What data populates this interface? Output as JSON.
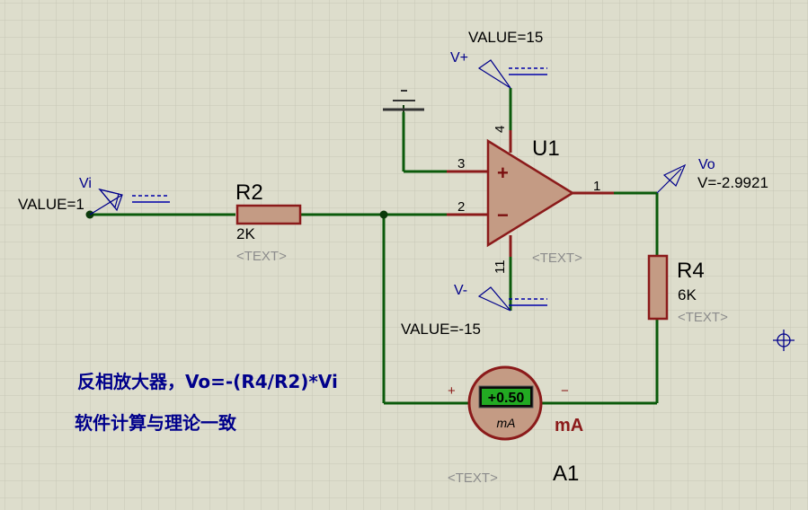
{
  "grid": {
    "minor_color": "#c7c7b6",
    "major_color": "#b4b4a2",
    "background": "#ddddcc"
  },
  "colors": {
    "wire": "#0b5a0b",
    "component": "#8b1a1a",
    "component_fill": "#c49b84",
    "terminal_text": "#00008b",
    "meter_display": "#22aa22"
  },
  "vi": {
    "name": "Vi",
    "value_label": "VALUE=1"
  },
  "vplus": {
    "name": "V+",
    "value_label": "VALUE=15"
  },
  "vminus": {
    "name": "V-",
    "value_label": "VALUE=-15"
  },
  "vo": {
    "name": "Vo",
    "value_label": "V=-2.9921"
  },
  "r2": {
    "ref": "R2",
    "value": "2K",
    "text": "<TEXT>"
  },
  "r4": {
    "ref": "R4",
    "value": "6K",
    "text": "<TEXT>"
  },
  "u1": {
    "ref": "U1",
    "text": "<TEXT>",
    "pins": {
      "p1": "1",
      "p2": "2",
      "p3": "3",
      "p4": "4",
      "p11": "11"
    },
    "plus_sign": "+",
    "minus_sign": "−"
  },
  "a1": {
    "ref": "A1",
    "reading": "+0.50",
    "unit": "mA",
    "unit_label": "mA",
    "text": "<TEXT>",
    "plus_terminal": "+",
    "minus_terminal": "−"
  },
  "notes": {
    "line1": "反相放大器，Vo=-(R4/R2)*Vi",
    "line2": "软件计算与理论一致"
  }
}
